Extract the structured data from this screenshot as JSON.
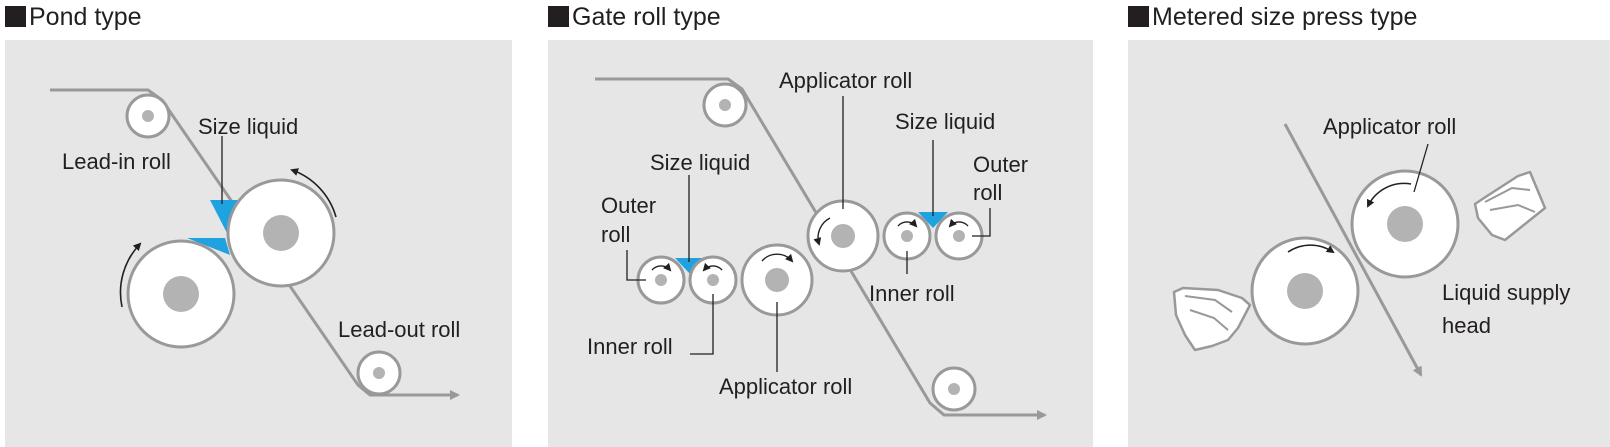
{
  "pond": {
    "title": "Pond type",
    "labels": {
      "size_liquid": "Size liquid",
      "lead_in_roll": "Lead-in roll",
      "lead_out_roll": "Lead-out roll"
    }
  },
  "gate": {
    "title": "Gate roll type",
    "labels": {
      "applicator_roll_top": "Applicator roll",
      "size_liquid_left": "Size liquid",
      "size_liquid_right": "Size liquid",
      "outer_roll_left_1": "Outer",
      "outer_roll_left_2": "roll",
      "outer_roll_right_1": "Outer",
      "outer_roll_right_2": "roll",
      "inner_roll_left": "Inner roll",
      "inner_roll_right": "Inner roll",
      "applicator_roll_bottom": "Applicator roll"
    }
  },
  "metered": {
    "title": "Metered size press type",
    "labels": {
      "applicator_roll": "Applicator roll",
      "liquid_supply_1": "Liquid supply",
      "liquid_supply_2": "head"
    }
  },
  "colors": {
    "panel_bg": "#e6e6e6",
    "roll_stroke": "#999999",
    "roll_core": "#b3b3b3",
    "liquid": "#1fa3e0",
    "text": "#231f20"
  }
}
